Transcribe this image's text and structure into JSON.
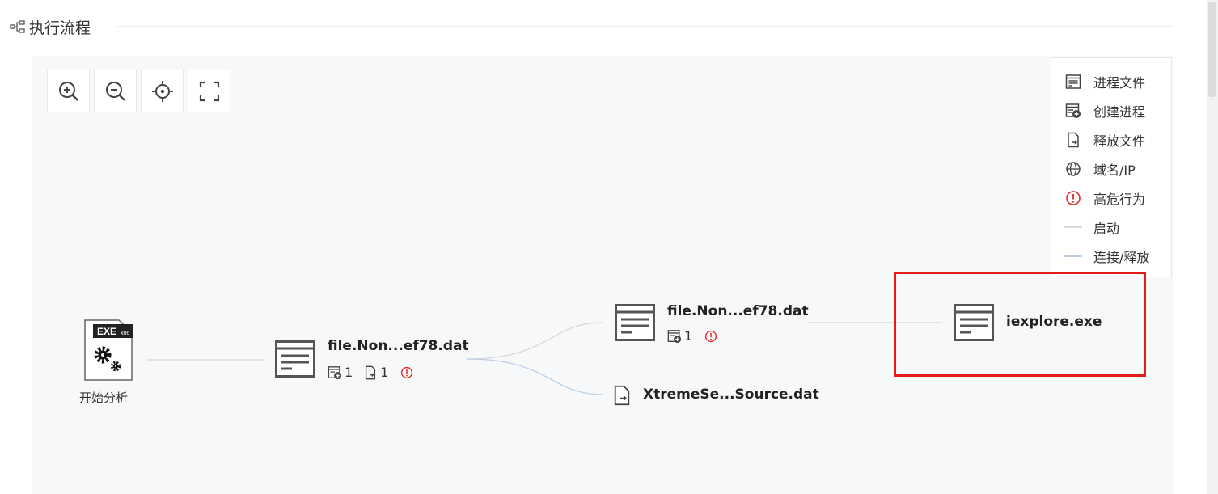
{
  "header": {
    "title": "执行流程",
    "icon": "flow-tree-icon"
  },
  "toolbar": {
    "buttons": [
      {
        "name": "zoom-in",
        "icon": "zoom-in-icon"
      },
      {
        "name": "zoom-out",
        "icon": "zoom-out-icon"
      },
      {
        "name": "locate",
        "icon": "crosshair-icon"
      },
      {
        "name": "fullscreen",
        "icon": "fullscreen-icon"
      }
    ]
  },
  "legend": {
    "items": [
      {
        "label": "进程文件",
        "icon": "process-file-icon"
      },
      {
        "label": "创建进程",
        "icon": "create-process-icon"
      },
      {
        "label": "释放文件",
        "icon": "release-file-icon"
      },
      {
        "label": "域名/IP",
        "icon": "globe-icon"
      },
      {
        "label": "高危行为",
        "icon": "high-risk-icon"
      },
      {
        "label": "启动",
        "icon": "start-line-icon"
      },
      {
        "label": "连接/释放",
        "icon": "connect-line-icon"
      }
    ]
  },
  "graph": {
    "start": {
      "label": "开始分析",
      "badge": "EXE",
      "badge_sub": "x86"
    },
    "node1": {
      "label": "file.Non...ef78.dat",
      "create_count": "1",
      "release_count": "1"
    },
    "node2": {
      "label": "file.Non...ef78.dat",
      "create_count": "1"
    },
    "node3": {
      "label": "XtremeSe...Source.dat"
    },
    "node4": {
      "label": "iexplore.exe"
    }
  },
  "colors": {
    "start_edge": "#d6d6d6",
    "connect_edge": "#b9cde6",
    "risk": "#e02a2a",
    "highlight": "#e31b1b",
    "icon": "#555555"
  }
}
